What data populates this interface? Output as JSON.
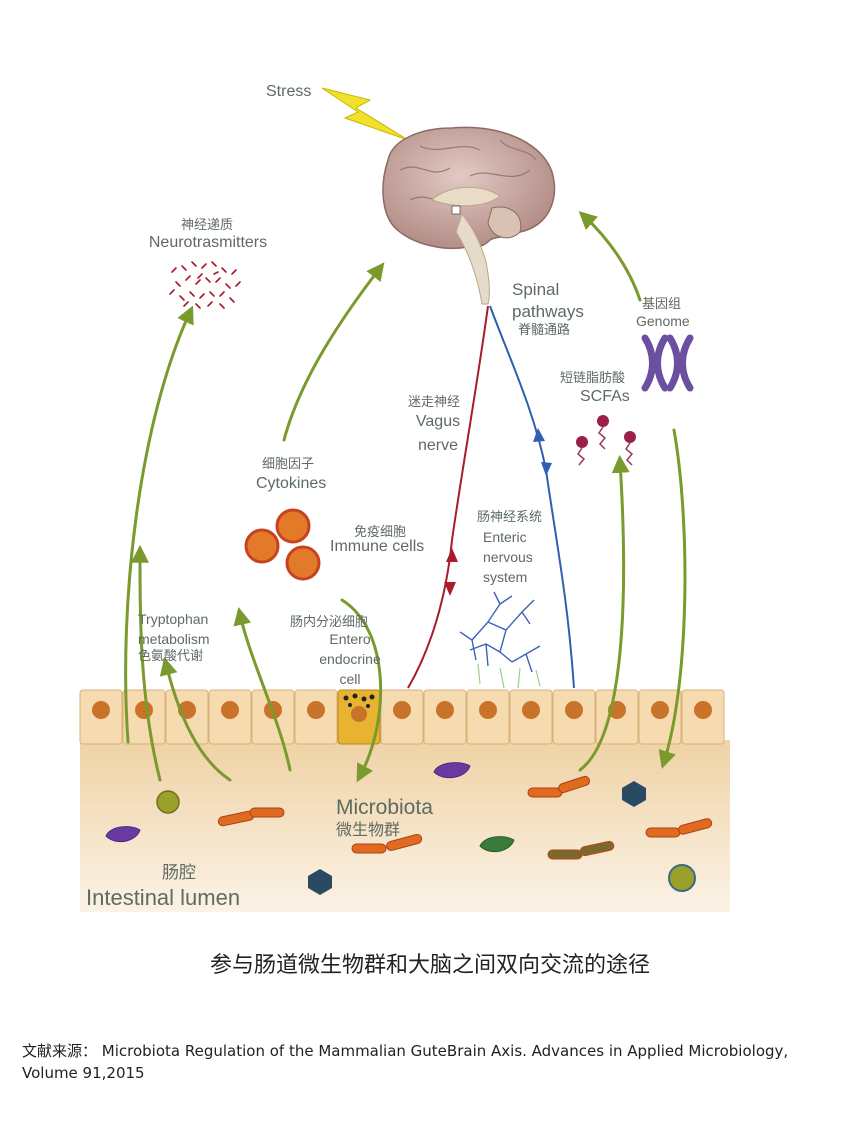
{
  "labels": {
    "stress": "Stress",
    "neuro_cn": "神经递质",
    "neuro_en": "Neurotrasmitters",
    "spinal_en_1": "Spinal",
    "spinal_en_2": "pathways",
    "spinal_cn": "脊髓通路",
    "genome_cn": "基因组",
    "genome_en": "Genome",
    "scfa_cn": "短链脂肪酸",
    "scfa_en": "SCFAs",
    "vagus_cn": "迷走神经",
    "vagus_en_1": "Vagus",
    "vagus_en_2": "nerve",
    "cytokines_cn": "细胞因子",
    "cytokines_en": "Cytokines",
    "immune_cn": "免疫细胞",
    "immune_en": "Immune cells",
    "enteric_cn": "肠神经系统",
    "enteric_en_1": "Enteric",
    "enteric_en_2": "nervous",
    "enteric_en_3": "system",
    "tryptophan_en_1": "Tryptophan",
    "tryptophan_en_2": "metabolism",
    "tryptophan_cn": "色氨酸代谢",
    "entero_cn": "肠内分泌细胞",
    "entero_en_1": "Entero",
    "entero_en_2": "endocrine",
    "entero_en_3": "cell",
    "microbiota_en": "Microbiota",
    "microbiota_cn": "微生物群",
    "lumen_cn": "肠腔",
    "lumen_en": "Intestinal lumen"
  },
  "caption": "参与肠道微生物群和大脑之间双向交流的途径",
  "source": "文献来源：  Microbiota Regulation of the Mammalian GuteBrain Axis. Advances in Applied Microbiology, Volume 91,2015",
  "colors": {
    "arrow_green": "#7a9a2e",
    "vagus_red": "#a81c2c",
    "spinal_blue": "#2f5fb3",
    "epithelium": "#f4d6a8",
    "lumen": "#f3dfbf",
    "brain": "#c9a9a3",
    "immune_cell": "#e27a2a",
    "genome": "#6b4fa0",
    "label_text": "#5e6b62"
  }
}
